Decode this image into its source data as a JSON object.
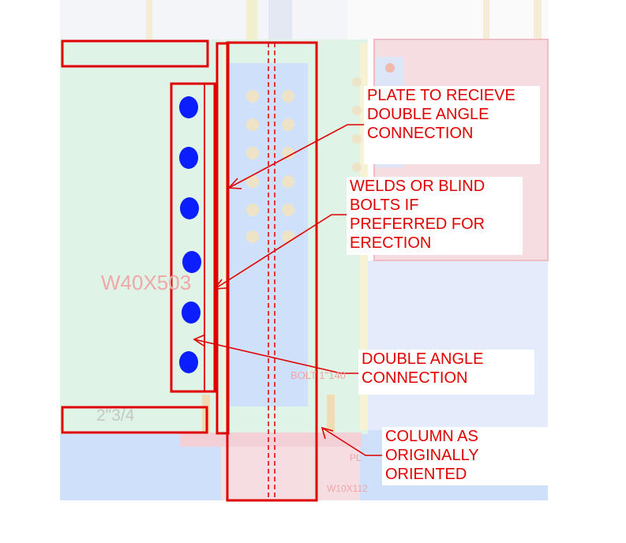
{
  "callouts": [
    {
      "lines": [
        "PLATE TO RECIEVE",
        "DOUBLE ANGLE",
        "CONNECTION"
      ]
    },
    {
      "lines": [
        "WELDS OR BLIND",
        "BOLTS IF",
        "PREFERRED FOR",
        "ERECTION"
      ]
    },
    {
      "lines": [
        "DOUBLE ANGLE",
        "CONNECTION"
      ]
    },
    {
      "lines": [
        "COLUMN AS",
        "ORIGINALLY",
        "ORIENTED"
      ]
    }
  ],
  "background_labels": {
    "beam": "W40X503",
    "dimension": "2\"3/4",
    "bolt": "BOLT 1\"140",
    "plate": "PL",
    "column": "W10X112"
  },
  "bolts": {
    "count": 6
  },
  "colors": {
    "markup_red": "#e00000",
    "bolt_blue": "#0a1eff",
    "beam_green": "#dff3e6",
    "column_blue": "#cfe0fb",
    "column_pink": "#f6dde2"
  }
}
